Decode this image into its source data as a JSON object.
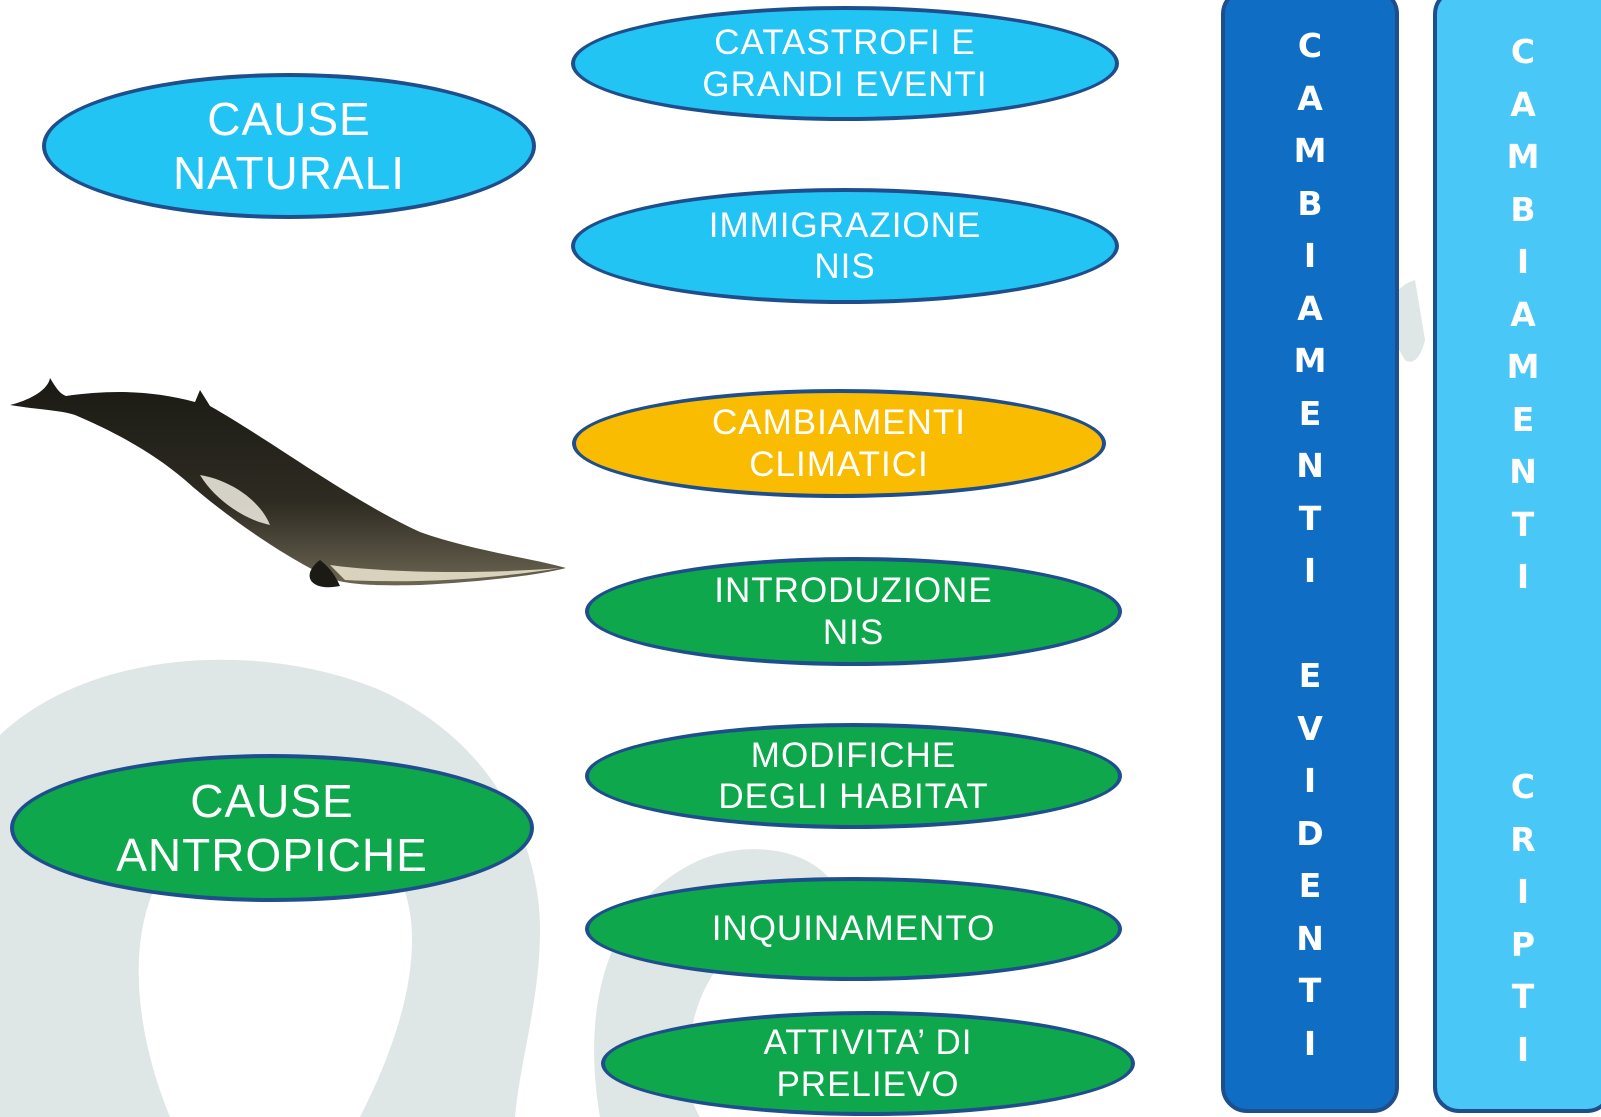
{
  "colors": {
    "natural": "#22c4f4",
    "climate": "#f9bc00",
    "anthropic": "#0ea74c",
    "outline": "#1f4e8c",
    "evident_column": "#0f6ec4",
    "cryptic_column": "#49c7f6",
    "background_wave": "#dfe6e6"
  },
  "categories": {
    "natural": "CAUSE\nNATURALI",
    "anthropic": "CAUSE\nANTROPICHE"
  },
  "causes": [
    {
      "label": "CATASTROFI E\nGRANDI EVENTI",
      "group": "natural"
    },
    {
      "label": "IMMIGRAZIONE\nNIS",
      "group": "natural"
    },
    {
      "label": "CAMBIAMENTI\nCLIMATICI",
      "group": "climate"
    },
    {
      "label": "INTRODUZIONE\nNIS",
      "group": "anthropic"
    },
    {
      "label": "MODIFICHE\nDEGLI HABITAT",
      "group": "anthropic"
    },
    {
      "label": "INQUINAMENTO",
      "group": "anthropic"
    },
    {
      "label": "ATTIVITA’ DI\nPRELIEVO",
      "group": "anthropic"
    }
  ],
  "columns": {
    "evident": {
      "word1": [
        "C",
        "A",
        "M",
        "B",
        "I",
        "A",
        "M",
        "E",
        "N",
        "T",
        "I"
      ],
      "word2": [
        "E",
        "V",
        "I",
        "D",
        "E",
        "N",
        "T",
        "I"
      ]
    },
    "cryptic": {
      "word1": [
        "C",
        "A",
        "M",
        "B",
        "I",
        "A",
        "M",
        "E",
        "N",
        "T",
        "I"
      ],
      "word2": [
        "C",
        "R",
        "I",
        "P",
        "T",
        "I"
      ]
    }
  },
  "image": {
    "icon": "whale-icon"
  }
}
